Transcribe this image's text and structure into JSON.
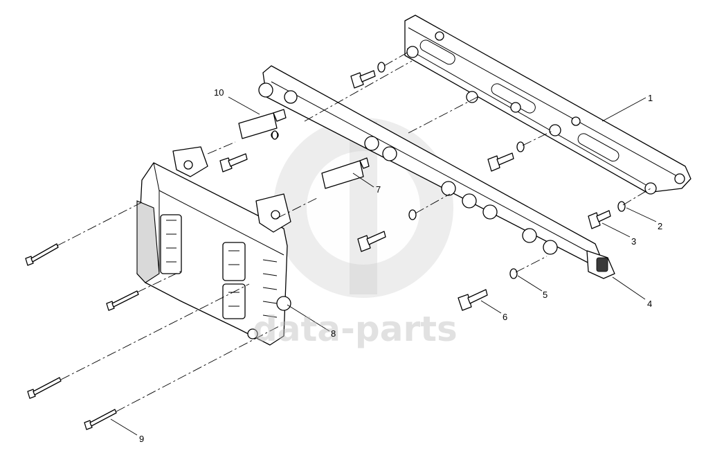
{
  "watermark": {
    "text": "data-parts"
  },
  "callouts": [
    "1",
    "2",
    "3",
    "4",
    "5",
    "6",
    "7",
    "8",
    "9",
    "10"
  ]
}
